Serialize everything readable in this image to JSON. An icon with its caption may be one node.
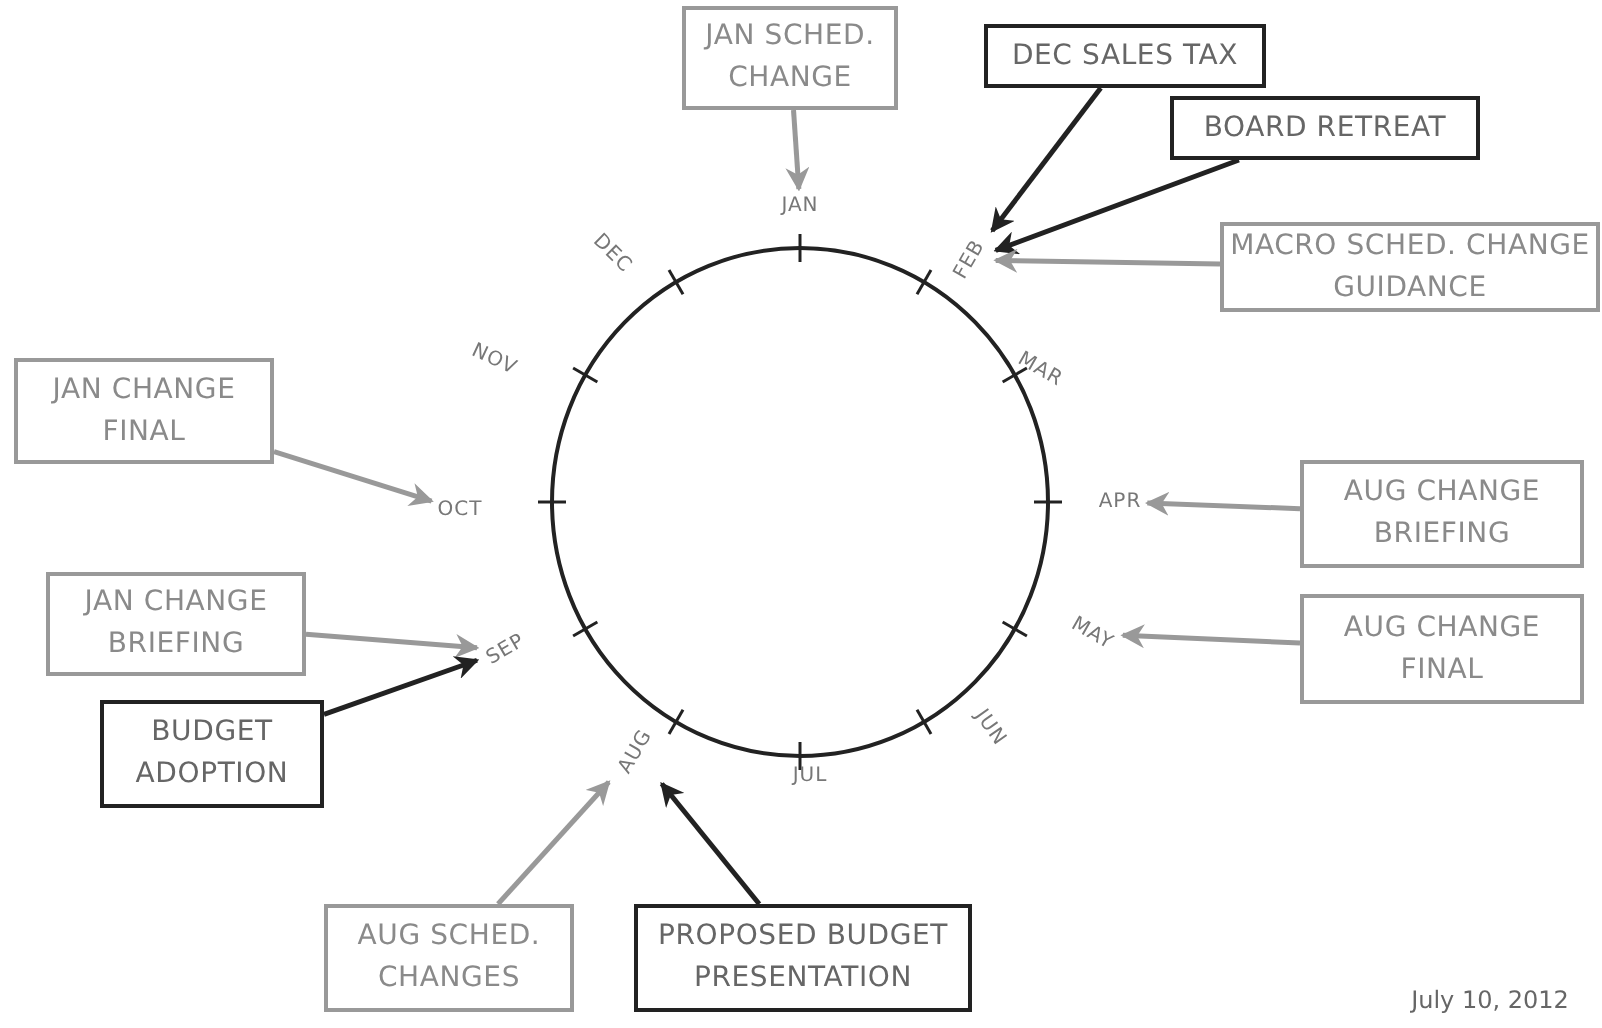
{
  "diagram": {
    "nodes": [
      {
        "text": [
          "JAN SCHED. CHANGE"
        ]
      },
      {
        "text": [
          "DEC SALES TAX"
        ]
      },
      {
        "text": [
          "BOARD RETREAT"
        ]
      },
      {
        "text": [
          "MACRO SCHED. CHANGE GUIDANCE"
        ]
      },
      {
        "text": [
          "JAN CHANGE FINAL"
        ]
      },
      {
        "text": [
          "AUG CHANGE BRIEFING"
        ]
      },
      {
        "text": [
          "JAN CHANGE BRIEFING"
        ]
      },
      {
        "text": [
          "AUG CHANGE FINAL"
        ]
      },
      {
        "text": [
          "BUDGET ADOPTION"
        ]
      },
      {
        "text": [
          "AUG SCHED. CHANGES"
        ]
      },
      {
        "text": [
          "PROPOSED BUDGET PRESENTATION"
        ]
      },
      {
        "text": [
          "JAN"
        ]
      },
      {
        "text": [
          "FEB"
        ]
      },
      {
        "text": [
          "OCT"
        ]
      },
      {
        "text": [
          "APR"
        ]
      },
      {
        "text": [
          "SEP"
        ]
      },
      {
        "text": [
          "MAY"
        ]
      },
      {
        "text": [
          "AUG"
        ]
      }
    ],
    "edges": [
      {
        "from": 0,
        "to": 11,
        "arrow": "to"
      },
      {
        "from": 1,
        "to": 12,
        "arrow": "to",
        "color": "#222222"
      },
      {
        "from": 2,
        "to": 12,
        "arrow": "to",
        "color": "#222222"
      },
      {
        "from": 3,
        "to": 12,
        "arrow": "to"
      },
      {
        "from": 4,
        "to": 13,
        "arrow": "to"
      },
      {
        "from": 5,
        "to": 14,
        "arrow": "to"
      },
      {
        "from": 6,
        "to": 15,
        "arrow": "to"
      },
      {
        "from": 7,
        "to": 16,
        "arrow": "to"
      },
      {
        "from": 8,
        "to": 15,
        "arrow": "to",
        "color": "#222222"
      },
      {
        "from": 9,
        "to": 17,
        "arrow": "to"
      },
      {
        "from": 10,
        "to": 17,
        "arrow": "to",
        "color": "#222222"
      }
    ],
    "labels": [
      "DEC",
      "NOV",
      "MAR",
      "JUN",
      "JUL",
      "July 10, 2012"
    ]
  }
}
